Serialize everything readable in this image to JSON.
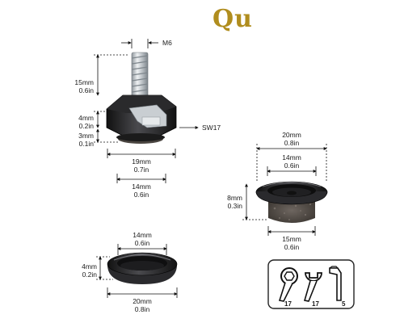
{
  "brand": {
    "logo_text": "Qu"
  },
  "foot_with_bolt": {
    "thread": "M6",
    "wrench_size": "SW17",
    "bolt_length": {
      "mm": "15mm",
      "in": "0.6in"
    },
    "body_height": {
      "mm": "4mm",
      "in": "0.2in"
    },
    "felt_height": {
      "mm": "3mm",
      "in": "0.1in"
    },
    "outer_width": {
      "mm": "19mm",
      "in": "0.7in"
    },
    "base_width": {
      "mm": "14mm",
      "in": "0.6in"
    }
  },
  "felt_cup": {
    "outer_diameter": {
      "mm": "20mm",
      "in": "0.8in"
    },
    "inner_diameter": {
      "mm": "14mm",
      "in": "0.6in"
    },
    "height": {
      "mm": "8mm",
      "in": "0.3in"
    },
    "bottom_diameter": {
      "mm": "15mm",
      "in": "0.6in"
    }
  },
  "glide_cup": {
    "inner_diameter": {
      "mm": "14mm",
      "in": "0.6in"
    },
    "height": {
      "mm": "4mm",
      "in": "0.2in"
    },
    "outer_diameter": {
      "mm": "20mm",
      "in": "0.8in"
    }
  },
  "tools": {
    "ring_spanner": "17",
    "open_spanner": "17",
    "hex_key": "5",
    "icons": [
      "ring-spanner-icon",
      "open-spanner-icon",
      "hex-key-icon"
    ]
  }
}
